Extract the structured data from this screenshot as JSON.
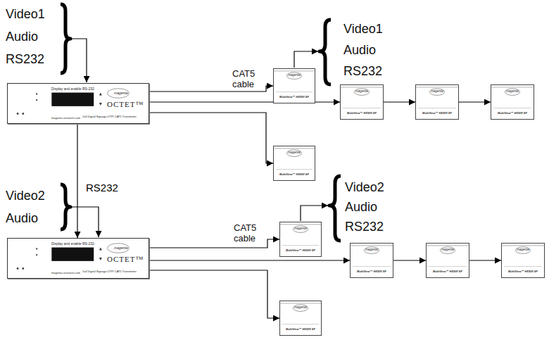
{
  "diagram": {
    "nodes": [
      {
        "text": [
          "Display and enable RS-232",
          "magenta",
          "OCTET™",
          "1x4 Digital Signage UTP/ CAT5 Transmitter",
          "magenta-research.com"
        ]
      },
      {
        "text": [
          "magenta",
          "MultiView™ HX500 SF"
        ]
      },
      {
        "text": [
          "magenta",
          "MultiView™ HX500 SF"
        ]
      },
      {
        "text": [
          "magenta",
          "MultiView™ HX500 SF"
        ]
      },
      {
        "text": [
          "magenta",
          "MultiView™ HX500 SF"
        ]
      },
      {
        "text": [
          "magenta",
          "MultiView™ HX500 SF"
        ]
      },
      {
        "text": [
          "Display and enable RS-232",
          "magenta",
          "OCTET™",
          "1x4 Digital Signage UTP/ CAT5 Transmitter",
          "magenta-research.com"
        ]
      },
      {
        "text": [
          "magenta",
          "MultiView™ HX500 SF"
        ]
      },
      {
        "text": [
          "magenta",
          "MultiView™ HX500 SF"
        ]
      },
      {
        "text": [
          "magenta",
          "MultiView™ HX500 SF"
        ]
      },
      {
        "text": [
          "magenta",
          "MultiView™ HX500 SF"
        ]
      },
      {
        "text": [
          "magenta",
          "MultiView™ HX500 SF"
        ]
      }
    ],
    "edges": [
      {
        "from": 0,
        "to": 1,
        "arrow": "to"
      },
      {
        "from": 0,
        "to": 2,
        "arrow": "to"
      },
      {
        "from": 2,
        "to": 3,
        "arrow": "to"
      },
      {
        "from": 3,
        "to": 4,
        "arrow": "to"
      },
      {
        "from": 0,
        "to": 5,
        "arrow": "to"
      },
      {
        "from": 0,
        "to": 6,
        "label": "RS232",
        "arrow": "to"
      },
      {
        "from": 6,
        "to": 7,
        "arrow": "to"
      },
      {
        "from": 6,
        "to": 8,
        "arrow": "to"
      },
      {
        "from": 8,
        "to": 9,
        "arrow": "to"
      },
      {
        "from": 9,
        "to": 10,
        "arrow": "to"
      },
      {
        "from": 6,
        "to": 11,
        "arrow": "to"
      }
    ],
    "labels": [
      "Video1 Audio RS232",
      "CAT5 cable",
      "Video1 Audio RS232",
      "Video2 Audio",
      "CAT5 cable",
      "Video2 Audio RS232"
    ]
  }
}
